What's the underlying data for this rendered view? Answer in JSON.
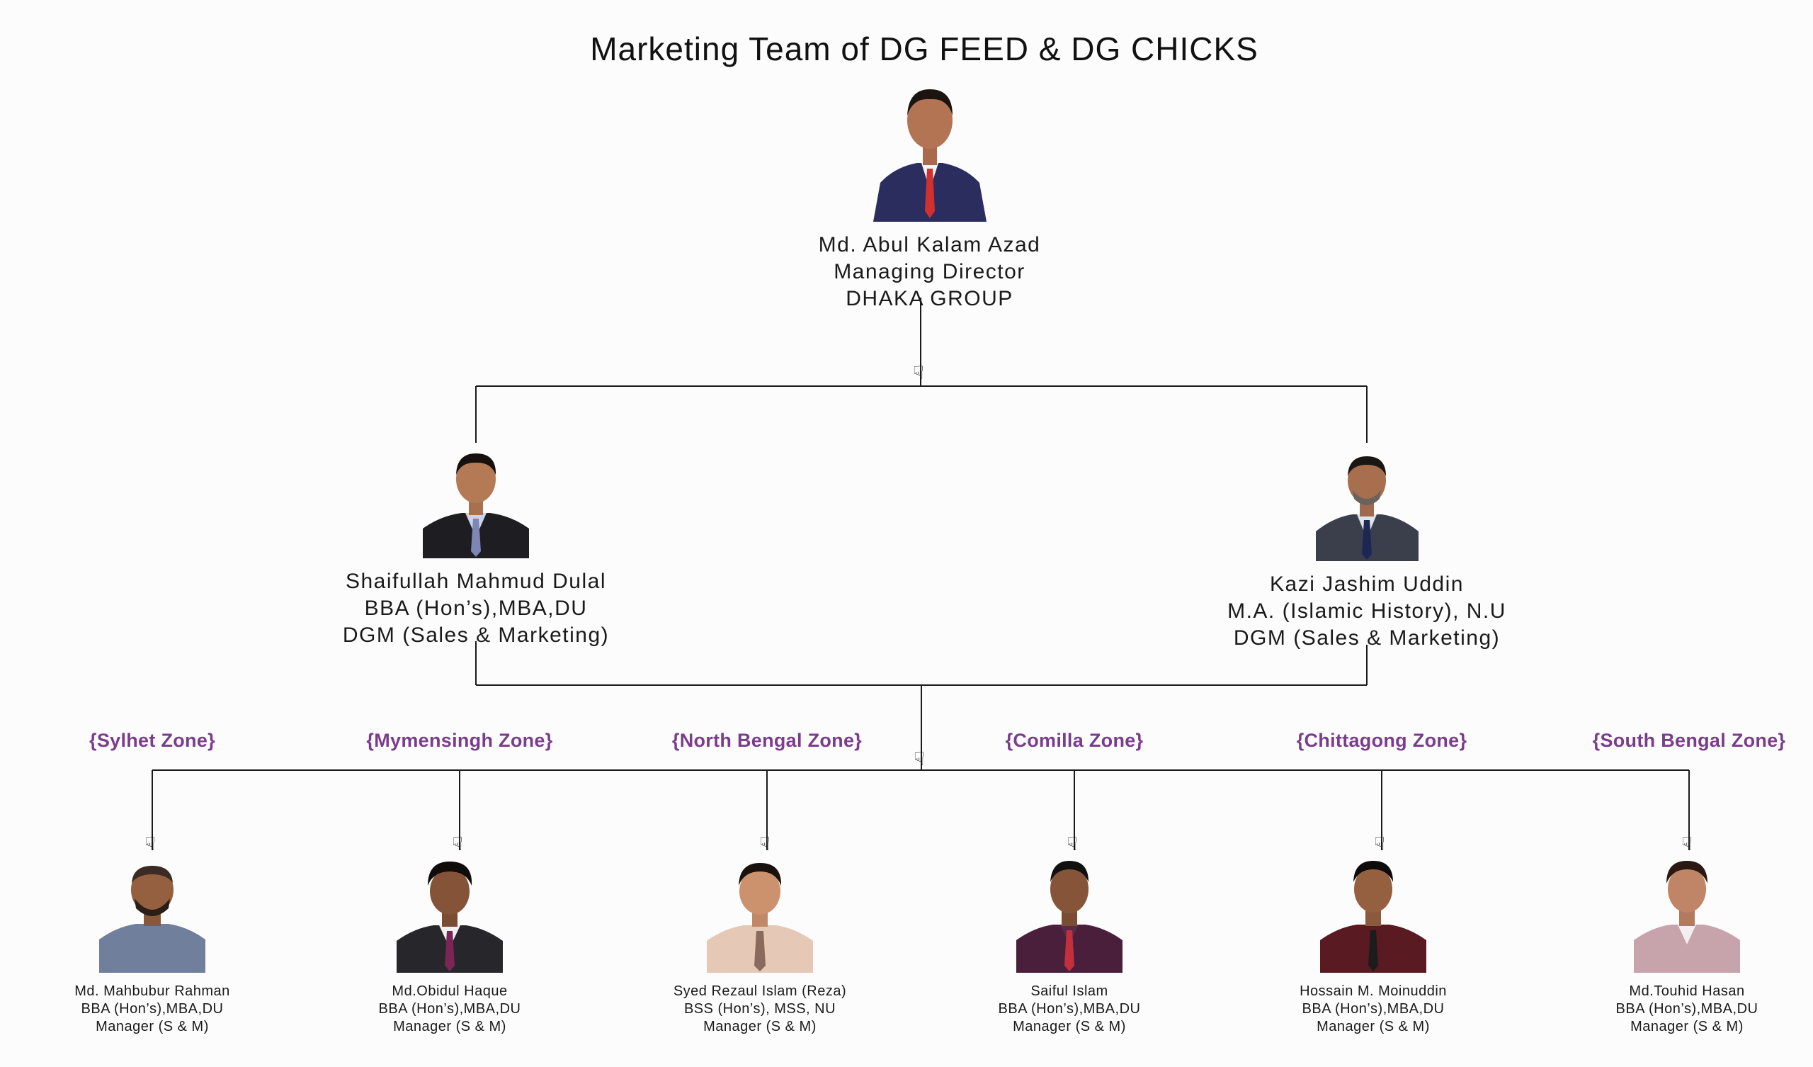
{
  "title": "Marketing Team of DG FEED & DG CHICKS",
  "colors": {
    "zone_text": "#7a3d8c",
    "line": "#1a1a1a",
    "background": "#fdfcfd"
  },
  "top": {
    "name": "Md. Abul Kalam Azad",
    "role": "Managing Director",
    "org": "DHAKA GROUP"
  },
  "dgm_left": {
    "name": "Shaifullah Mahmud Dulal",
    "degree": "BBA (Hon’s),MBA,DU",
    "role": "DGM (Sales & Marketing)"
  },
  "dgm_right": {
    "name": "Kazi Jashim Uddin",
    "degree": "M.A. (Islamic History), N.U",
    "role": "DGM (Sales & Marketing)"
  },
  "zones": [
    {
      "zone": "{Sylhet Zone}",
      "name": "Md. Mahbubur Rahman",
      "degree": "BBA (Hon’s),MBA,DU",
      "role": "Manager (S & M)"
    },
    {
      "zone": "{Mymensingh Zone}",
      "name": "Md.Obidul Haque",
      "degree": "BBA (Hon’s),MBA,DU",
      "role": "Manager (S & M)"
    },
    {
      "zone": "{North Bengal Zone}",
      "name": "Syed Rezaul Islam (Reza)",
      "degree": "BSS (Hon’s), MSS, NU",
      "role": "Manager (S & M)"
    },
    {
      "zone": "{Comilla Zone}",
      "name": "Saiful Islam",
      "degree": "BBA (Hon’s),MBA,DU",
      "role": "Manager (S & M)"
    },
    {
      "zone": "{Chittagong Zone}",
      "name": "Hossain M. Moinuddin",
      "degree": "BBA (Hon’s),MBA,DU",
      "role": "Manager (S & M)"
    },
    {
      "zone": "{South Bengal Zone}",
      "name": "Md.Touhid Hasan",
      "degree": "BBA (Hon’s),MBA,DU",
      "role": "Manager (S & M)"
    }
  ]
}
